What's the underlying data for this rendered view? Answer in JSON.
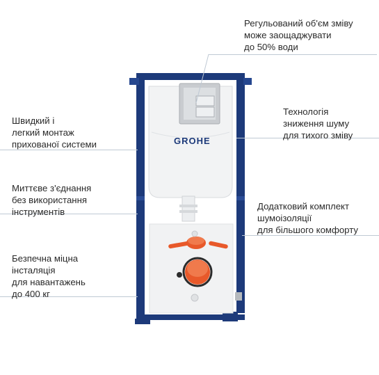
{
  "features": {
    "top_right": [
      "Регульований об'єм зміву",
      "може заощаджувати",
      "до 50% води"
    ],
    "left_1": [
      "Швидкий і",
      "легкий монтаж",
      "прихованої системи"
    ],
    "left_2": [
      "Миттєве з'єднання",
      "без використання",
      "інструментів"
    ],
    "left_3": [
      "Безпечна міцна",
      "інсталяція",
      "для навантажень",
      "до 400 кг"
    ],
    "right_1": [
      "Технологія",
      "зниження шуму",
      "для тихого зміву"
    ],
    "right_2": [
      "Додатковий комплект",
      "шумоізоляції",
      "для більшого комфорту"
    ]
  },
  "brand": {
    "logo_text": "GROHE"
  },
  "colors": {
    "frame": "#1d3a7a",
    "cistern": "#f2f3f4",
    "plate": "#d4d6d8",
    "pipe_orange": "#e8592a",
    "leader_line": "#bfc9d4",
    "text": "#2a2a2a"
  }
}
